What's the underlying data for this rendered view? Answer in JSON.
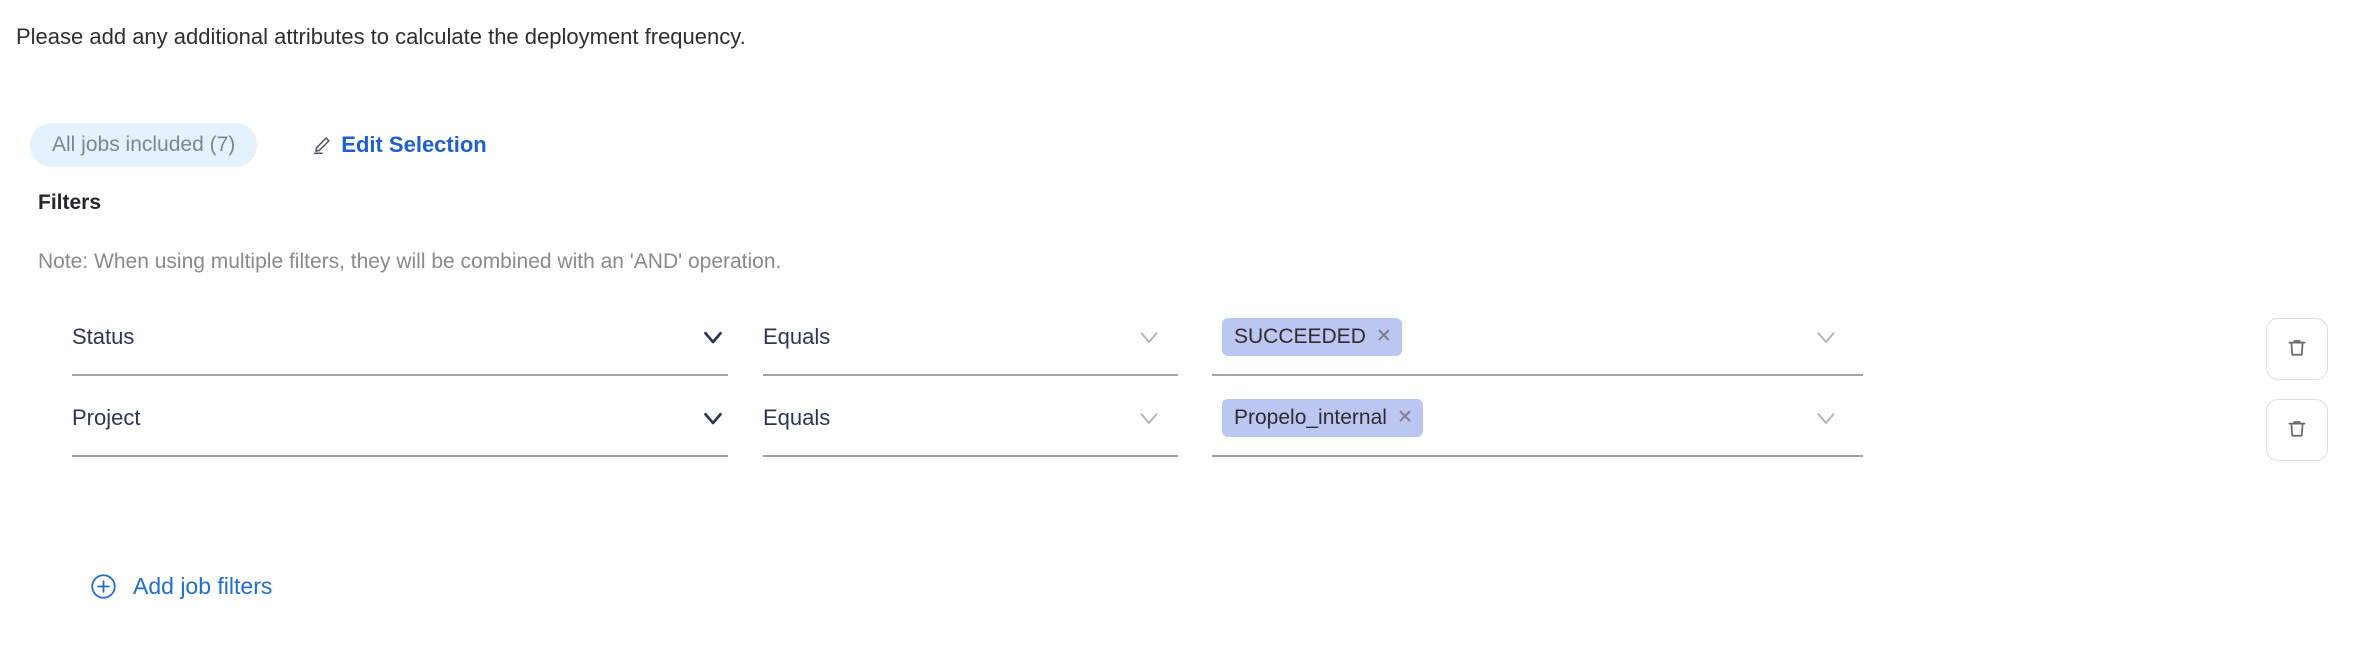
{
  "intro": {
    "text": "Please add any additional attributes to calculate the deployment frequency."
  },
  "selection": {
    "badge_label": "All jobs included (7)",
    "edit_label": "Edit Selection",
    "edit_icon": "pencil-icon",
    "badge_bg": "#e4f2fd",
    "badge_text_color": "#7b8794",
    "link_color": "#1f5fd0"
  },
  "filters": {
    "title": "Filters",
    "note": "Note: When using multiple filters, they will be combined with an 'AND' operation.",
    "rows": [
      {
        "attribute": "Status",
        "operator": "Equals",
        "values": [
          "SUCCEEDED"
        ],
        "remove_icon": "trash-icon",
        "chip_remove_icon": "close-icon"
      },
      {
        "attribute": "Project",
        "operator": "Equals",
        "values": [
          "Propelo_internal"
        ],
        "remove_icon": "trash-icon",
        "chip_remove_icon": "close-icon"
      }
    ],
    "add_label": "Add job filters",
    "add_icon": "circle-plus-icon",
    "chip_bg": "#bcc6f2",
    "chip_text_color": "#2d2d2d",
    "field_text_color": "#2b3752",
    "underline_color": "#a3a3a3"
  }
}
